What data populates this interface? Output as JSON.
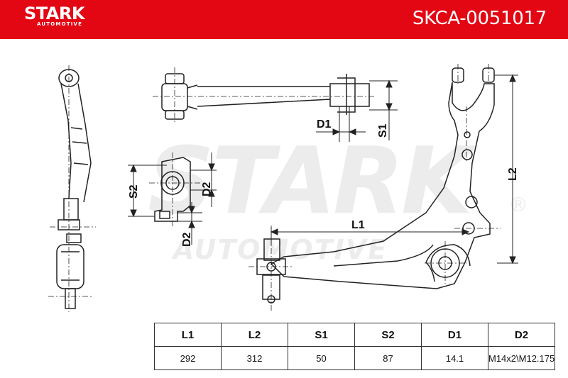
{
  "header": {
    "brand": "STARK",
    "brand_sub": "AUTOMOTIVE",
    "part_number": "SKCA-0051017",
    "color": "#e30613"
  },
  "watermark": {
    "main": "STARK",
    "sub": "AUTOMOTIVE",
    "registered": "®"
  },
  "dimension_labels": {
    "l1": "L1",
    "l2": "L2",
    "s1": "S1",
    "s2": "S2",
    "d1": "D1",
    "d2_top": "D2",
    "d2_bottom": "D2"
  },
  "spec_table": {
    "headers": [
      "L1",
      "L2",
      "S1",
      "S2",
      "D1",
      "D2"
    ],
    "values": [
      "292",
      "312",
      "50",
      "87",
      "14.1",
      "M14x2\\M12.175"
    ]
  }
}
